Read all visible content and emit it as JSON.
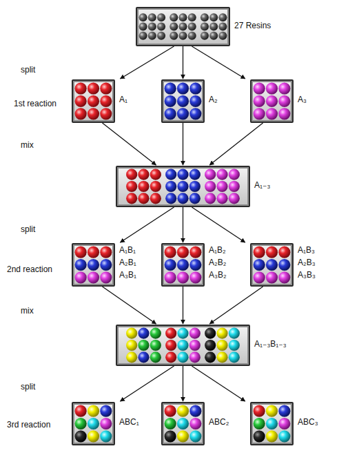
{
  "diagram": {
    "nodes": [
      {
        "text": [
          "27 Resins"
        ]
      },
      {
        "text": [
          "A₁"
        ]
      },
      {
        "text": [
          "A₂"
        ]
      },
      {
        "text": [
          "A₃"
        ]
      },
      {
        "text": [
          "A₁₋₃"
        ]
      },
      {
        "text": [
          "A₁B₁",
          "A₂B₁",
          "A₃B₁"
        ]
      },
      {
        "text": [
          "A₁B₂",
          "A₂B₂",
          "A₃B₂"
        ]
      },
      {
        "text": [
          "A₁B₃",
          "A₂B₃",
          "A₃B₃"
        ]
      },
      {
        "text": [
          "A₁₋₃B₁₋₃"
        ]
      },
      {
        "text": [
          "ABC₁"
        ]
      },
      {
        "text": [
          "ABC₂"
        ]
      },
      {
        "text": [
          "ABC₃"
        ]
      }
    ],
    "edges": [
      {
        "from": 0,
        "to": 1,
        "arrow": "to"
      },
      {
        "from": 0,
        "to": 2,
        "arrow": "to"
      },
      {
        "from": 0,
        "to": 3,
        "arrow": "to"
      },
      {
        "from": 1,
        "to": 4,
        "arrow": "to"
      },
      {
        "from": 2,
        "to": 4,
        "arrow": "to"
      },
      {
        "from": 3,
        "to": 4,
        "arrow": "to"
      },
      {
        "from": 4,
        "to": 5,
        "arrow": "to"
      },
      {
        "from": 4,
        "to": 6,
        "arrow": "to"
      },
      {
        "from": 4,
        "to": 7,
        "arrow": "to"
      },
      {
        "from": 5,
        "to": 8,
        "arrow": "to"
      },
      {
        "from": 6,
        "to": 8,
        "arrow": "to"
      },
      {
        "from": 7,
        "to": 8,
        "arrow": "to"
      },
      {
        "from": 8,
        "to": 9,
        "arrow": "to"
      },
      {
        "from": 8,
        "to": 10,
        "arrow": "to"
      },
      {
        "from": 8,
        "to": 11,
        "arrow": "to"
      }
    ],
    "labels": [
      "split",
      "1st reaction",
      "mix",
      "split",
      "2nd reaction",
      "mix",
      "split",
      "3rd reaction"
    ]
  }
}
